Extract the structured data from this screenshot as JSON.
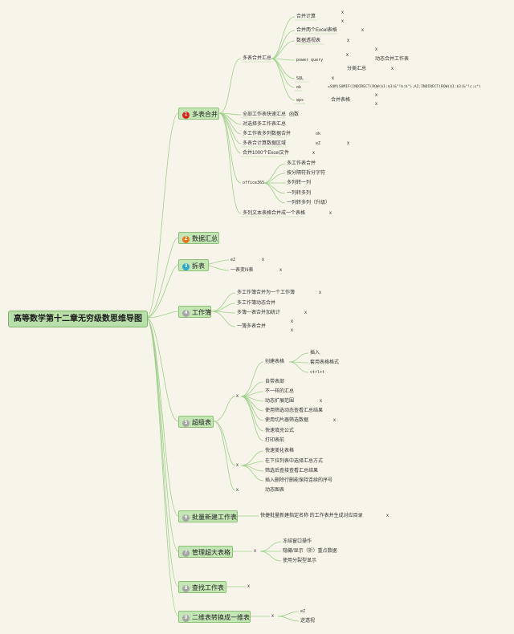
{
  "root": "高等数学第十二章无穷级数思维导图",
  "branches": [
    {
      "num": "1",
      "label": "多表合并",
      "color": "#d7261e"
    },
    {
      "num": "2",
      "label": "数据汇总",
      "color": "#e8761c"
    },
    {
      "num": "3",
      "label": "拆表",
      "color": "#2aa7c9"
    },
    {
      "num": "4",
      "label": "工作簿",
      "color": "#a6a6a6"
    },
    {
      "num": "5",
      "label": "超级表",
      "color": "#a6a6a6"
    },
    {
      "num": "6",
      "label": "批量新建工作表",
      "color": "#a6a6a6"
    },
    {
      "num": "7",
      "label": "管理超大表格",
      "color": "#a6a6a6"
    },
    {
      "num": "8",
      "label": "查找工作表",
      "color": "#a6a6a6"
    },
    {
      "num": "9",
      "label": "二维表转换成一维表",
      "color": "#a6a6a6"
    }
  ],
  "b1": {
    "multi_sheet": "多表合并汇总",
    "merge_calc": "合并计算",
    "merge_two_excel": "合并两个Excel表格",
    "pivot": "数据透视表",
    "power_query": "power query",
    "dynamic_merge": "动态合并工作表",
    "group_sum": "分类汇总",
    "sql": "SQL",
    "ok": "ok",
    "formula": "=SUM(SUMIF(INDIRECT(ROW($1:$3)&\"!b:b\"),A2,INDIRECT(ROW($1:$3)&\"!c:c\")",
    "wps": "wps",
    "merge_sheets": "合并表格",
    "all_sheets": "全部工作表快速汇总",
    "all_sheets_val": "函数",
    "filter_sheets": "对选择多工作表汇总",
    "multi_col": "多工作表多列数据合并",
    "multi_col_val": "ok",
    "multi_region": "多表合计算数据区域",
    "multi_region_val": "eZ",
    "merge_1000": "合并1000个Excel文件",
    "office365": "office365",
    "o365_items": [
      "多工作表合并",
      "按分隔符拆分字符",
      "多列转一列",
      "一列转多列",
      "一列转多列（升级）"
    ],
    "multi_text": "多列文本表格合并成一个表格",
    "x": "x"
  },
  "b3": {
    "ez": "eZ",
    "one_to_n": "一表变N表"
  },
  "b4": {
    "items": [
      "多工作簿合并为一个工作簿",
      "多工作簿动态合并",
      "多簿一表合并加统计",
      "一簿多表合并"
    ]
  },
  "b5": {
    "create": "创建表格",
    "create_items": [
      "插入",
      "套用表格格式",
      "ctrl+t"
    ],
    "items1": [
      "自带表部",
      "不一样的汇总",
      "动态扩展范围",
      "使用筛选动态查看汇总结果",
      "使用切片器筛选数据",
      "快速填充公式",
      "打印表前"
    ],
    "items2": [
      "快速美化表格",
      "在下拉列表中选择汇总方式",
      "筛选后查接查看汇总结果",
      "插入删除行删能保持连续的序号"
    ],
    "dynamic_chart": "动态图表"
  },
  "b6": {
    "item": "快捷批量新建指定名称 的工作表并生成对应目录"
  },
  "b7": {
    "items": [
      "冻结窗口操作",
      "隐藏/显示（折）重点数据",
      "使用分裂型显示"
    ]
  },
  "b9": {
    "items": [
      "eZ",
      "逆透视"
    ]
  }
}
